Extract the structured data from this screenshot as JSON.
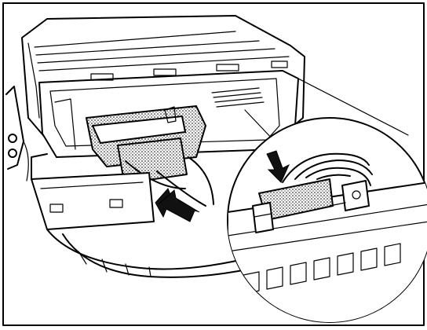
{
  "figure": {
    "type": "technical-line-illustration",
    "subject": "connector-unplugging",
    "style": "black-and-white",
    "colors": {
      "ink": "#000000",
      "paper": "#ffffff"
    },
    "icons": [
      "arrow-icon",
      "arrow-icon",
      "detail-arrow-icon"
    ]
  }
}
